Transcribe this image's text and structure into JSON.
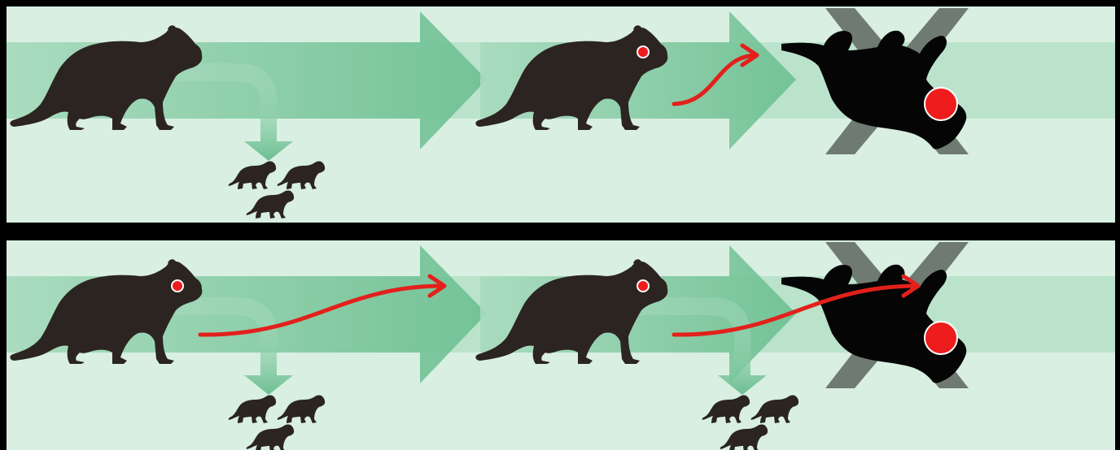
{
  "colors": {
    "frame": "#000000",
    "panel_bg": "#d8efe2",
    "band": "#a4d8b9",
    "arrow_light": "#a8dbbe",
    "arrow_dark": "#6cbf91",
    "branch": "#b9e2ca",
    "devil": "#2b2421",
    "dead_devil": "#050505",
    "cross": "#6f7a72",
    "tumor": "#ee1c1c",
    "transmission": "#e3201b"
  },
  "icons": {
    "devil": "tasmanian-devil-silhouette-icon",
    "joey": "young-devil-icon",
    "dead": "dead-devil-icon",
    "cross": "cross-out-icon",
    "tumor": "facial-tumour-icon",
    "transmission": "transmission-arrow-icon",
    "offspring": "offspring-arrow-icon"
  },
  "panels": [
    {
      "stages": [
        "healthy",
        "infected",
        "dead"
      ],
      "breeding_events": 1,
      "offspring_per_breeding": 3,
      "transmission_arrows": 1
    },
    {
      "stages": [
        "infected",
        "infected",
        "dead"
      ],
      "breeding_events": 2,
      "offspring_per_breeding": 3,
      "transmission_arrows": 2
    }
  ]
}
